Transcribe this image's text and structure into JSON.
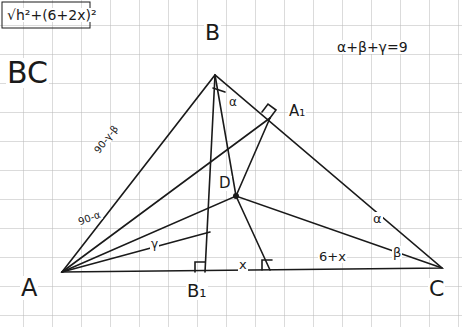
{
  "diagram": {
    "labels": [
      "√h²+(6+2x)²",
      "BC",
      "B",
      "α+β+γ=9",
      "A₁",
      "90-γ-β",
      "D",
      "90-α",
      "α",
      "α",
      "β",
      "γ",
      "x",
      "6+x",
      "A",
      "C",
      "B₁"
    ]
  }
}
